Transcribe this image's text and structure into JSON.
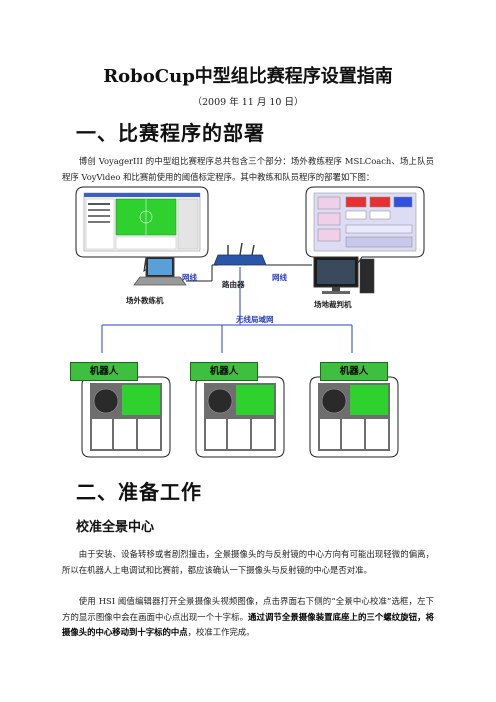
{
  "doc": {
    "title": "RoboCup中型组比赛程序设置指南",
    "date": "（2009 年 11 月 10 日）",
    "section1_heading": "一、比赛程序的部署",
    "section1_para": "博创 VoyagerIII 的中型组比赛程序总共包含三个部分：场外教练程序 MSLCoach、场上队员程序 VoyVideo 和比赛前使用的阈值标定程序。其中教练和队员程序的部署如下图：",
    "section2_heading": "二、准备工作",
    "subsection_heading": "校准全景中心",
    "para2": "由于安装、设备转移或者剧烈撞击，全景摄像头的与反射镜的中心方向有可能出现轻微的偏离，所以在机器人上电调试和比赛前，都应该确认一下摄像头与反射镜的中心是否对准。",
    "para3_normal": "使用 HSI 阈值编辑器打开全景摄像头视频图像，点击界面右下侧的“全景中心校准”选框，左下方的显示图像中会在画面中心点出现一个十字标。",
    "para3_bold": "通过调节全景摄像装置底座上的三个螺纹旋钮，将摄像头的中心移动到十字标的中点",
    "para3_tail": "，校准工作完成。"
  },
  "diagram": {
    "router_label": "路由器",
    "wire_left_label": "网线",
    "wire_right_label": "网线",
    "laptop_label": "场外教练机",
    "desktop_label": "场地裁判机",
    "wlan_label": "无线局域网",
    "robots": [
      "机器人",
      "机器人",
      "机器人"
    ]
  },
  "colors": {
    "robot_box": "#3fbf3f",
    "wlan_line": "#2a3fc8",
    "screen_green": "#2fd12f"
  }
}
